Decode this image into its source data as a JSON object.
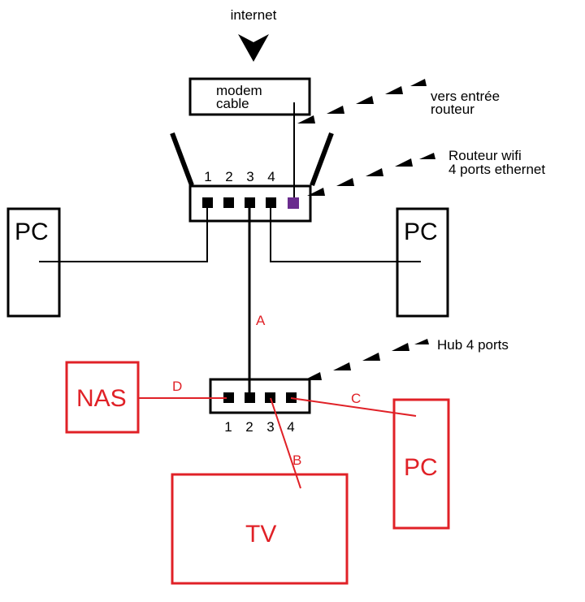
{
  "colors": {
    "black": "#000000",
    "red": "#e02127",
    "purple": "#6a2c8e"
  },
  "labels": {
    "internet": "internet",
    "modem_line1": "modem",
    "modem_line2": "cable",
    "router_input_line1": "vers entrée",
    "router_input_line2": "routeur",
    "router_line1": "Routeur wifi",
    "router_line2": "4 ports ethernet",
    "hub": "Hub 4 ports",
    "pc_left": "PC",
    "pc_right": "PC",
    "pc_red": "PC",
    "nas": "NAS",
    "tv": "TV",
    "cable_a": "A",
    "cable_b": "B",
    "cable_c": "C",
    "cable_d": "D"
  },
  "router_ports": [
    "1",
    "2",
    "3",
    "4"
  ],
  "hub_ports": [
    "1",
    "2",
    "3",
    "4"
  ]
}
